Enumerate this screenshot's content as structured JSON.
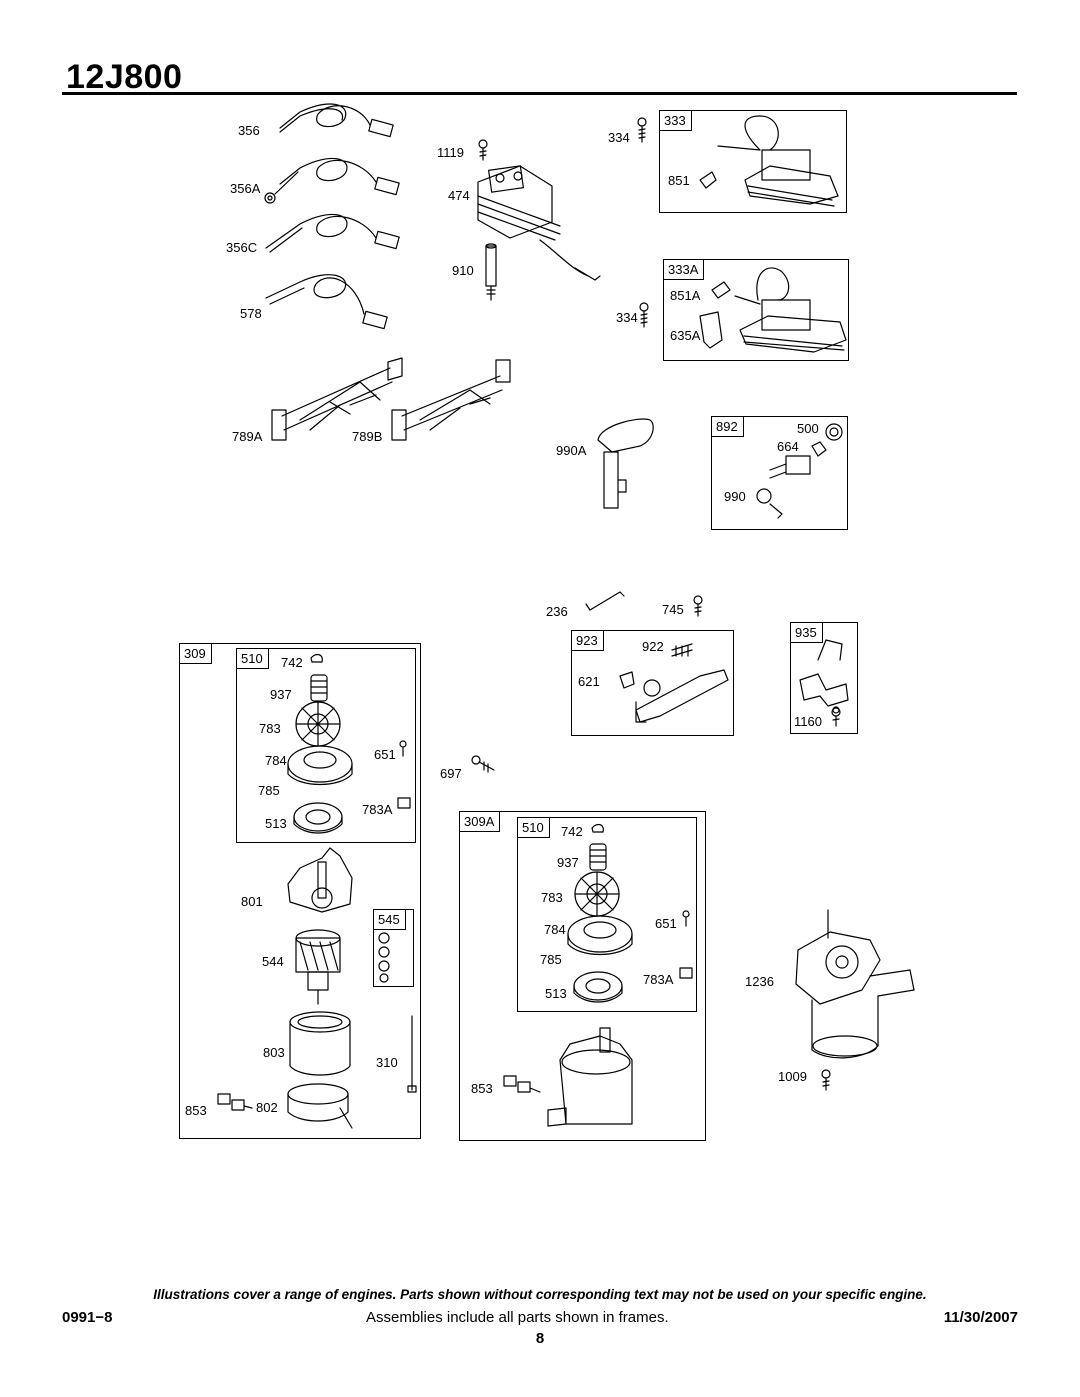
{
  "header": {
    "model": "12J800"
  },
  "parts": {
    "p356": "356",
    "p356A": "356A",
    "p356C": "356C",
    "p578": "578",
    "p789A": "789A",
    "p789B": "789B",
    "p1119": "1119",
    "p474": "474",
    "p910": "910",
    "p334a": "334",
    "p334b": "334",
    "p333": "333",
    "p851": "851",
    "p333A": "333A",
    "p851A": "851A",
    "p635A": "635A",
    "p990A": "990A",
    "p892": "892",
    "p500": "500",
    "p664": "664",
    "p990": "990",
    "p236": "236",
    "p745": "745",
    "p923": "923",
    "p922": "922",
    "p621": "621",
    "p935": "935",
    "p1160": "1160",
    "p697": "697",
    "p309": "309",
    "p510a": "510",
    "p742a": "742",
    "p937a": "937",
    "p783a": "783",
    "p784a": "784",
    "p651a": "651",
    "p785a": "785",
    "p783Aa": "783A",
    "p513a": "513",
    "p801": "801",
    "p545": "545",
    "p544": "544",
    "p803": "803",
    "p310": "310",
    "p853a": "853",
    "p802": "802",
    "p309A": "309A",
    "p510b": "510",
    "p742b": "742",
    "p937b": "937",
    "p783b": "783",
    "p784b": "784",
    "p651b": "651",
    "p785b": "785",
    "p783Ab": "783A",
    "p513b": "513",
    "p853b": "853",
    "p1236": "1236",
    "p1009": "1009"
  },
  "footer": {
    "disclaimer": "Illustrations cover a range of engines. Parts shown without corresponding text may not be used on your specific engine.",
    "doc_code": "0991−8",
    "note": "Assemblies include all parts shown in frames.",
    "date": "11/30/2007",
    "page": "8"
  }
}
